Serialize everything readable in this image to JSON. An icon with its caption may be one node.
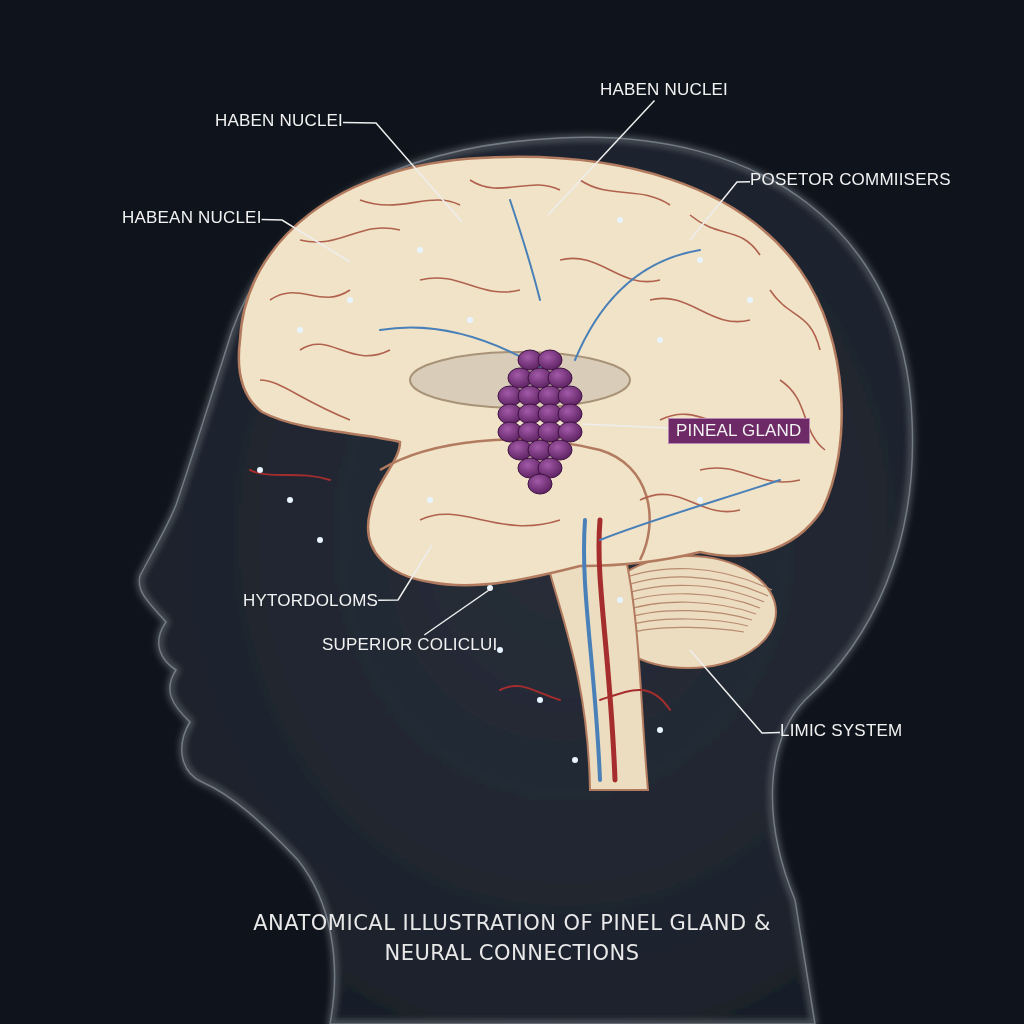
{
  "diagram": {
    "title": "ANATOMICAL ILLUSTRATION OF PINEL GLAND & NEURAL CONNECTIONS",
    "nodes": [
      {
        "text": [
          "HABEN NUCLEI"
        ]
      },
      {
        "text": [
          "HABEN NUCLEI"
        ]
      },
      {
        "text": [
          "POSETOR COMMIISERS"
        ]
      },
      {
        "text": [
          "HABEAN NUCLEI"
        ]
      },
      {
        "text": [
          "PINEAL GLAND"
        ]
      },
      {
        "text": [
          "HYTORDOLOMS"
        ]
      },
      {
        "text": [
          "SUPERIOR COLICLUI"
        ]
      },
      {
        "text": [
          "LIMIC SYSTEM"
        ]
      },
      {
        "text": [],
        "shape": "picture"
      }
    ],
    "edges": [
      {
        "from": 0,
        "to": null,
        "arrow": "none"
      },
      {
        "from": 1,
        "to": null,
        "arrow": "none"
      },
      {
        "from": 2,
        "to": null,
        "arrow": "none"
      },
      {
        "from": 3,
        "to": null,
        "arrow": "none"
      },
      {
        "from": 4,
        "to": 8,
        "arrow": "none"
      },
      {
        "from": 5,
        "to": null,
        "arrow": "none"
      },
      {
        "from": 6,
        "to": null,
        "arrow": "none"
      },
      {
        "from": 7,
        "to": null,
        "arrow": "none"
      }
    ]
  }
}
